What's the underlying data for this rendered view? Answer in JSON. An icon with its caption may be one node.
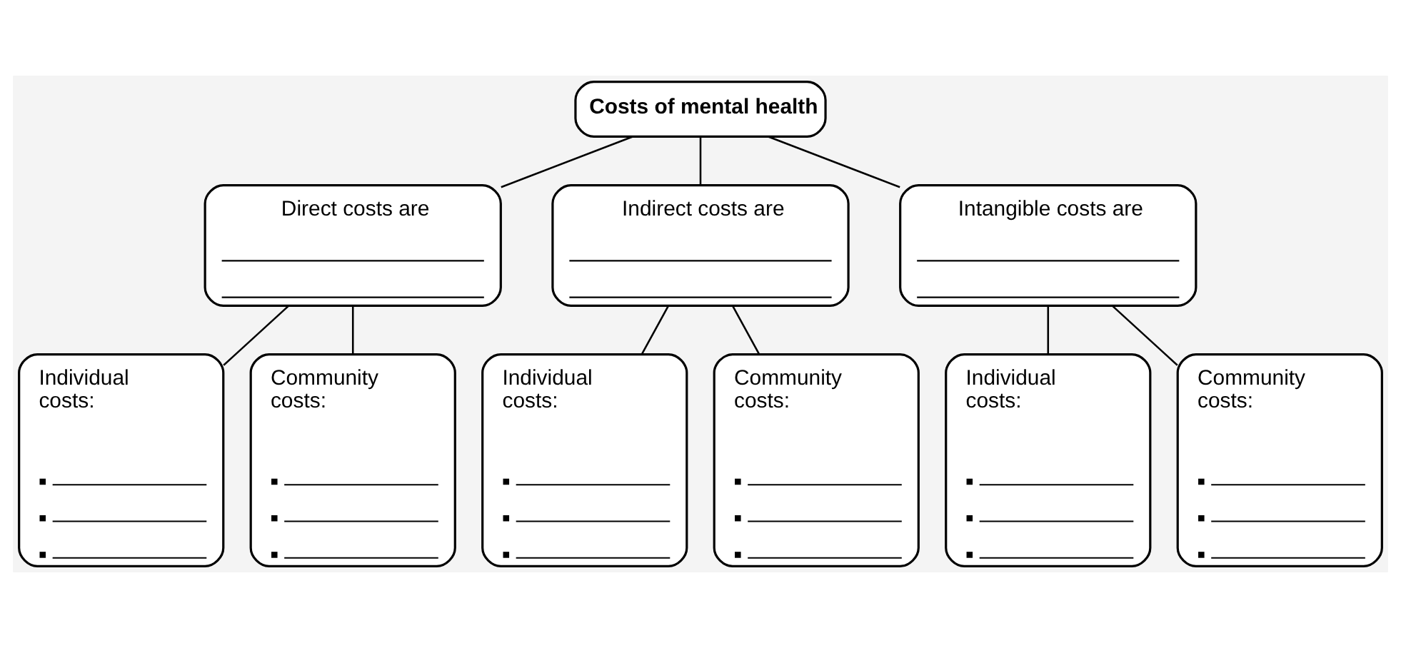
{
  "diagram": {
    "nodes": [
      {
        "text": [
          "Costs of mental health"
        ]
      },
      {
        "text": [
          "Direct costs are"
        ]
      },
      {
        "text": [
          "Indirect costs are"
        ]
      },
      {
        "text": [
          "Intangible costs are"
        ]
      },
      {
        "text": [
          "Individual costs:"
        ]
      },
      {
        "text": [
          "Community costs:"
        ]
      },
      {
        "text": [
          "Individual costs:"
        ]
      },
      {
        "text": [
          "Community costs:"
        ]
      },
      {
        "text": [
          "Individual costs:"
        ]
      },
      {
        "text": [
          "Community costs:"
        ]
      }
    ],
    "edges": [
      {
        "from": 0,
        "to": 1,
        "arrow": "none"
      },
      {
        "from": 0,
        "to": 2,
        "arrow": "none"
      },
      {
        "from": 0,
        "to": 3,
        "arrow": "none"
      },
      {
        "from": 1,
        "to": 4,
        "arrow": "none"
      },
      {
        "from": 1,
        "to": 5,
        "arrow": "none"
      },
      {
        "from": 2,
        "to": 6,
        "arrow": "none"
      },
      {
        "from": 2,
        "to": 7,
        "arrow": "none"
      },
      {
        "from": 3,
        "to": 8,
        "arrow": "none"
      },
      {
        "from": 3,
        "to": 9,
        "arrow": "none"
      }
    ]
  }
}
